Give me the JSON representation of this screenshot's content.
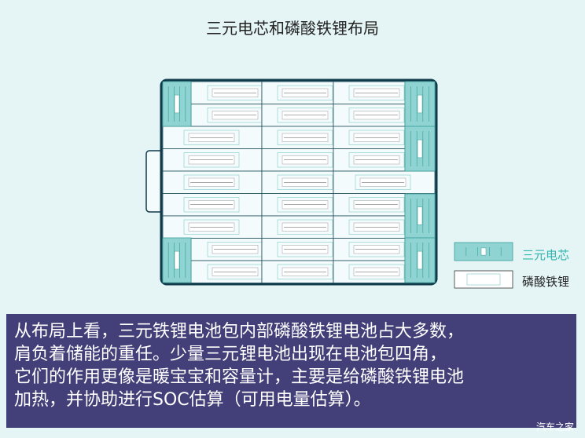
{
  "title": "三元电芯和磷酸铁锂布局",
  "legend": [
    {
      "label": "三元电芯",
      "color": "#2fb5ad"
    },
    {
      "label": "磷酸铁锂",
      "color": "#222222"
    }
  ],
  "caption_lines": [
    "从布局上看，三元铁锂电池包内部磷酸铁锂电池占大多数，",
    "肩负着储能的重任。少量三元锂电池出现在电池包四角，",
    "它们的作用更像是暖宝宝和容量计，主要是给磷酸铁锂电池",
    "加热，并协助进行SOC估算（可用电量估算）。"
  ],
  "watermark": "汽车之家",
  "colors": {
    "ncm": "#8fd4d2",
    "lfp": "#f4fbfc",
    "frame": "#0f3a4a",
    "caption_bg": "#433f79"
  }
}
